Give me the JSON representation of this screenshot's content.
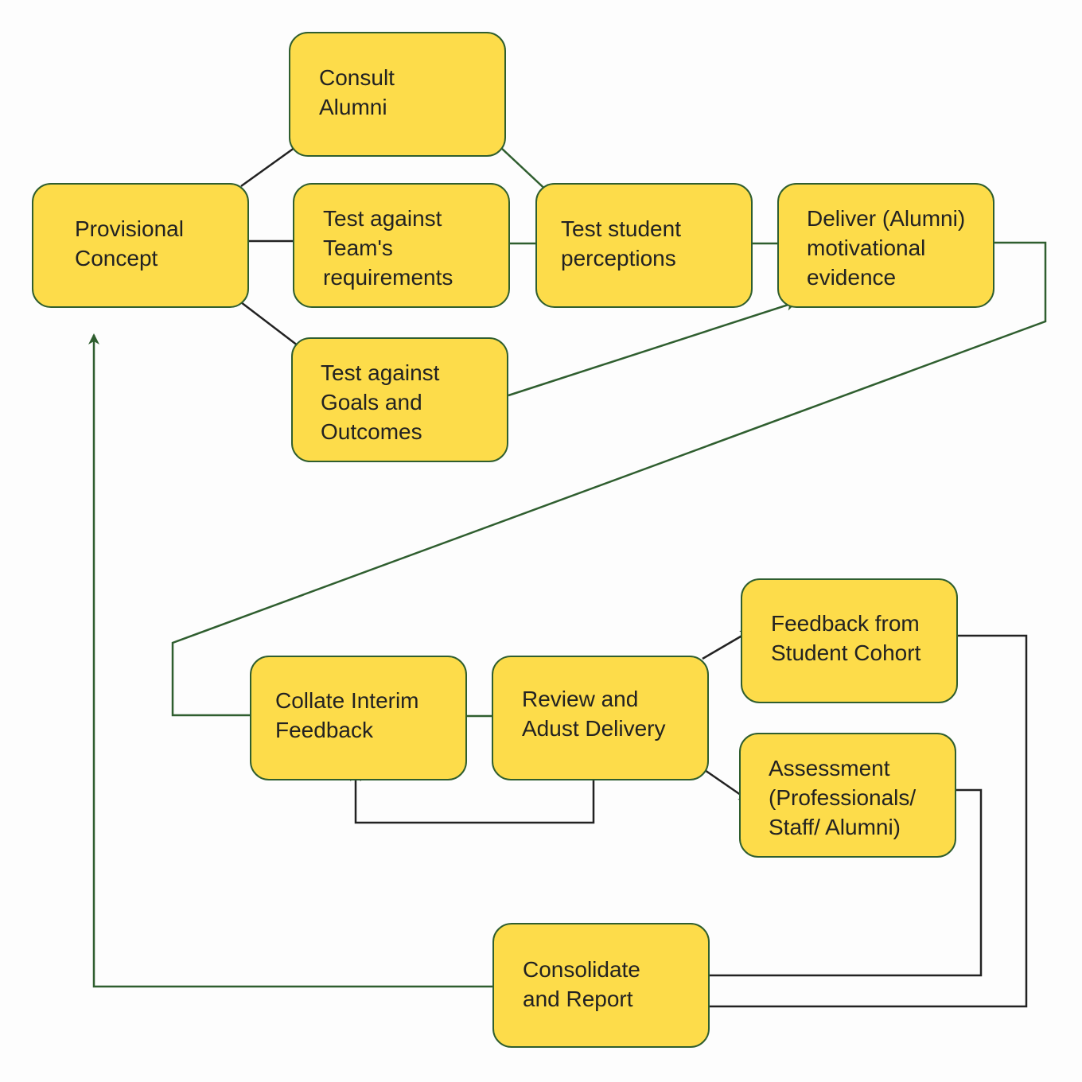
{
  "diagram": {
    "nodes": {
      "provisional": "Provisional\nConcept",
      "consult": "Consult\nAlumni",
      "team": "Test against\nTeam's\nrequirements",
      "goals": "Test against\nGoals and\nOutcomes",
      "perceptions": "Test student\nperceptions",
      "deliver": "Deliver (Alumni)\nmotivational\nevidence",
      "collate": "Collate Interim\nFeedback",
      "review": "Review and\nAdust Delivery",
      "feedback": "Feedback from\nStudent Cohort",
      "assessment": "Assessment\n(Professionals/\nStaff/ Alumni)",
      "consolidate": "Consolidate\nand Report"
    },
    "colors": {
      "box_fill": "#fddc4a",
      "box_border": "#2f5e2f",
      "arrow_green": "#2f5e2f",
      "arrow_dark": "#222222"
    }
  }
}
